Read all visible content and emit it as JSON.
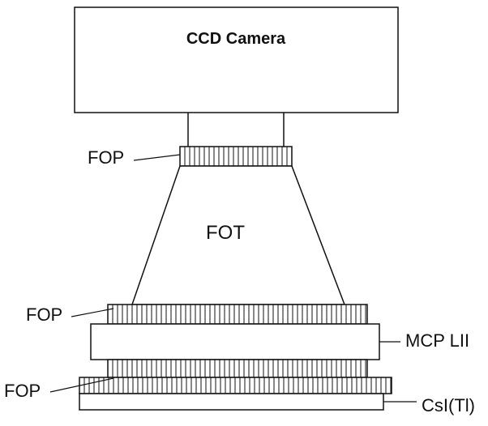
{
  "labels": {
    "camera": "CCD Camera",
    "fop_top": "FOP",
    "fot": "FOT",
    "fop_middle": "FOP",
    "mcp": "MCP LII",
    "fop_bottom": "FOP",
    "scintillator": "CsI(Tl)"
  },
  "colors": {
    "stroke": "#111111",
    "fill": "#ffffff"
  }
}
